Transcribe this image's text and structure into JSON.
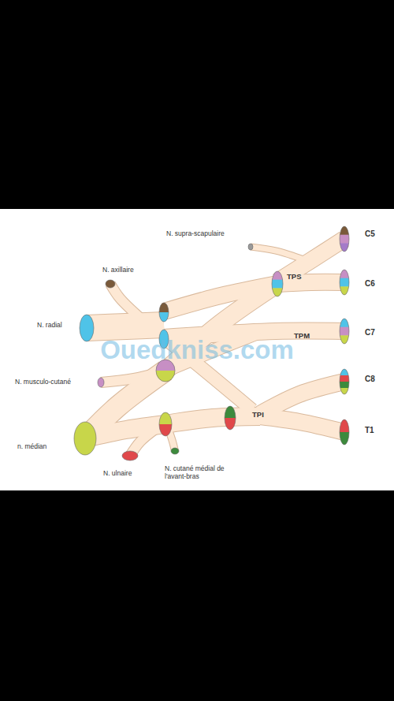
{
  "diagram": {
    "labels": [
      "N. supra-scapulaire",
      "C5",
      "TPS",
      "C6",
      "N. axillaire",
      "N. radial",
      "TPM",
      "C7",
      "Ouedkniss.com",
      "N. musculo-cutané",
      "C8",
      "TPI",
      "n. médian",
      "T1",
      "N. ulnaire",
      "N. cutané médial de l'avant-bras"
    ]
  }
}
